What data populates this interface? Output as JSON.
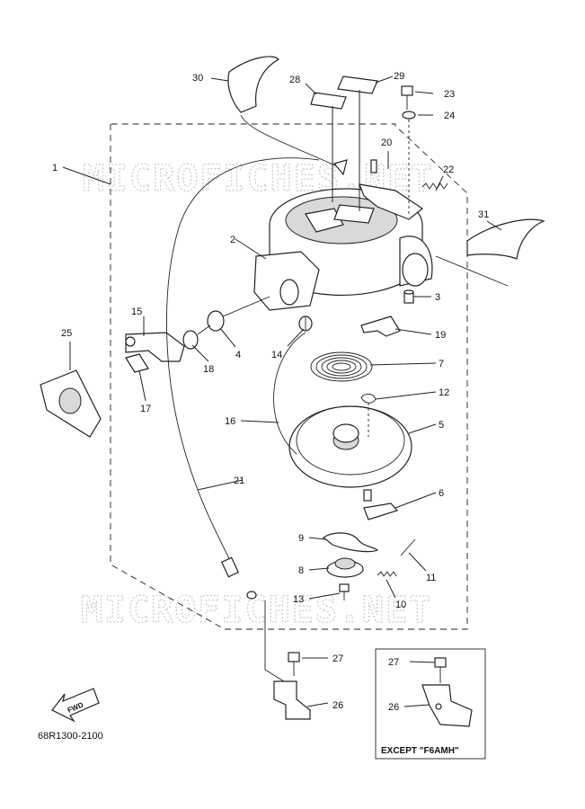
{
  "watermark": "MICROFICHES.NET",
  "figure_code": "68R1300-2100",
  "direction_label": "FWD",
  "inset_caption": "EXCEPT \"F6AMH\"",
  "callouts": {
    "c1": "1",
    "c2": "2",
    "c3": "3",
    "c4": "4",
    "c5": "5",
    "c6": "6",
    "c7": "7",
    "c8": "8",
    "c9": "9",
    "c10": "10",
    "c11": "11",
    "c12": "12",
    "c13": "13",
    "c14": "14",
    "c15": "15",
    "c16": "16",
    "c17": "17",
    "c18": "18",
    "c19": "19",
    "c20": "20",
    "c21": "21",
    "c22": "22",
    "c23": "23",
    "c24": "24",
    "c25": "25",
    "c26": "26",
    "c27": "27",
    "c28": "28",
    "c29": "29",
    "c30": "30",
    "c31": "31",
    "c26b": "26",
    "c27b": "27"
  }
}
